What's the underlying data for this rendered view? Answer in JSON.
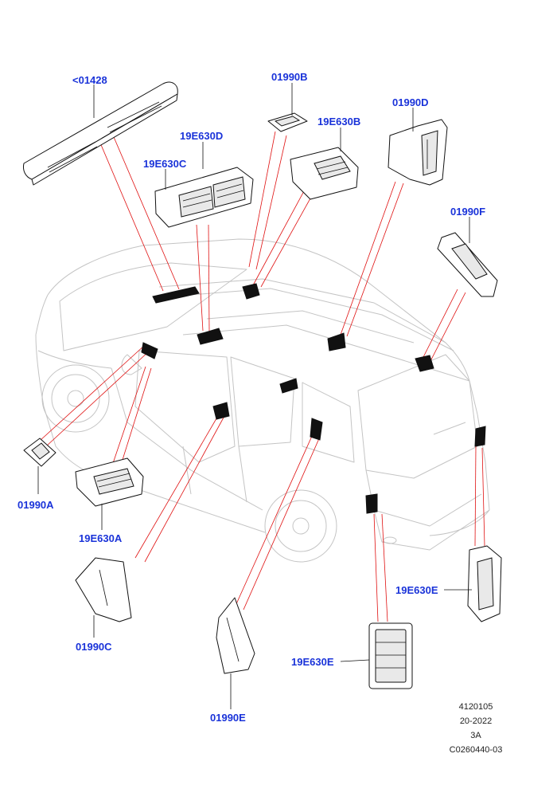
{
  "callouts": {
    "c01428": "<01428",
    "c01990B": "01990B",
    "c19E630B": "19E630B",
    "c01990D": "01990D",
    "c19E630D": "19E630D",
    "c19E630C": "19E630C",
    "c01990F": "01990F",
    "c01990A": "01990A",
    "c19E630A": "19E630A",
    "c01990C": "01990C",
    "c01990E": "01990E",
    "c19E630E_right": "19E630E",
    "c19E630E_lower": "19E630E"
  },
  "reference": {
    "line1": "4120105",
    "line2": "20-2022",
    "line3": "3A",
    "line4": "C0260440-03"
  },
  "colors": {
    "callout_text": "#1a33d9",
    "leader_line": "#e01010",
    "part_outline": "#111111",
    "vehicle_outline": "#c4c4c4"
  }
}
